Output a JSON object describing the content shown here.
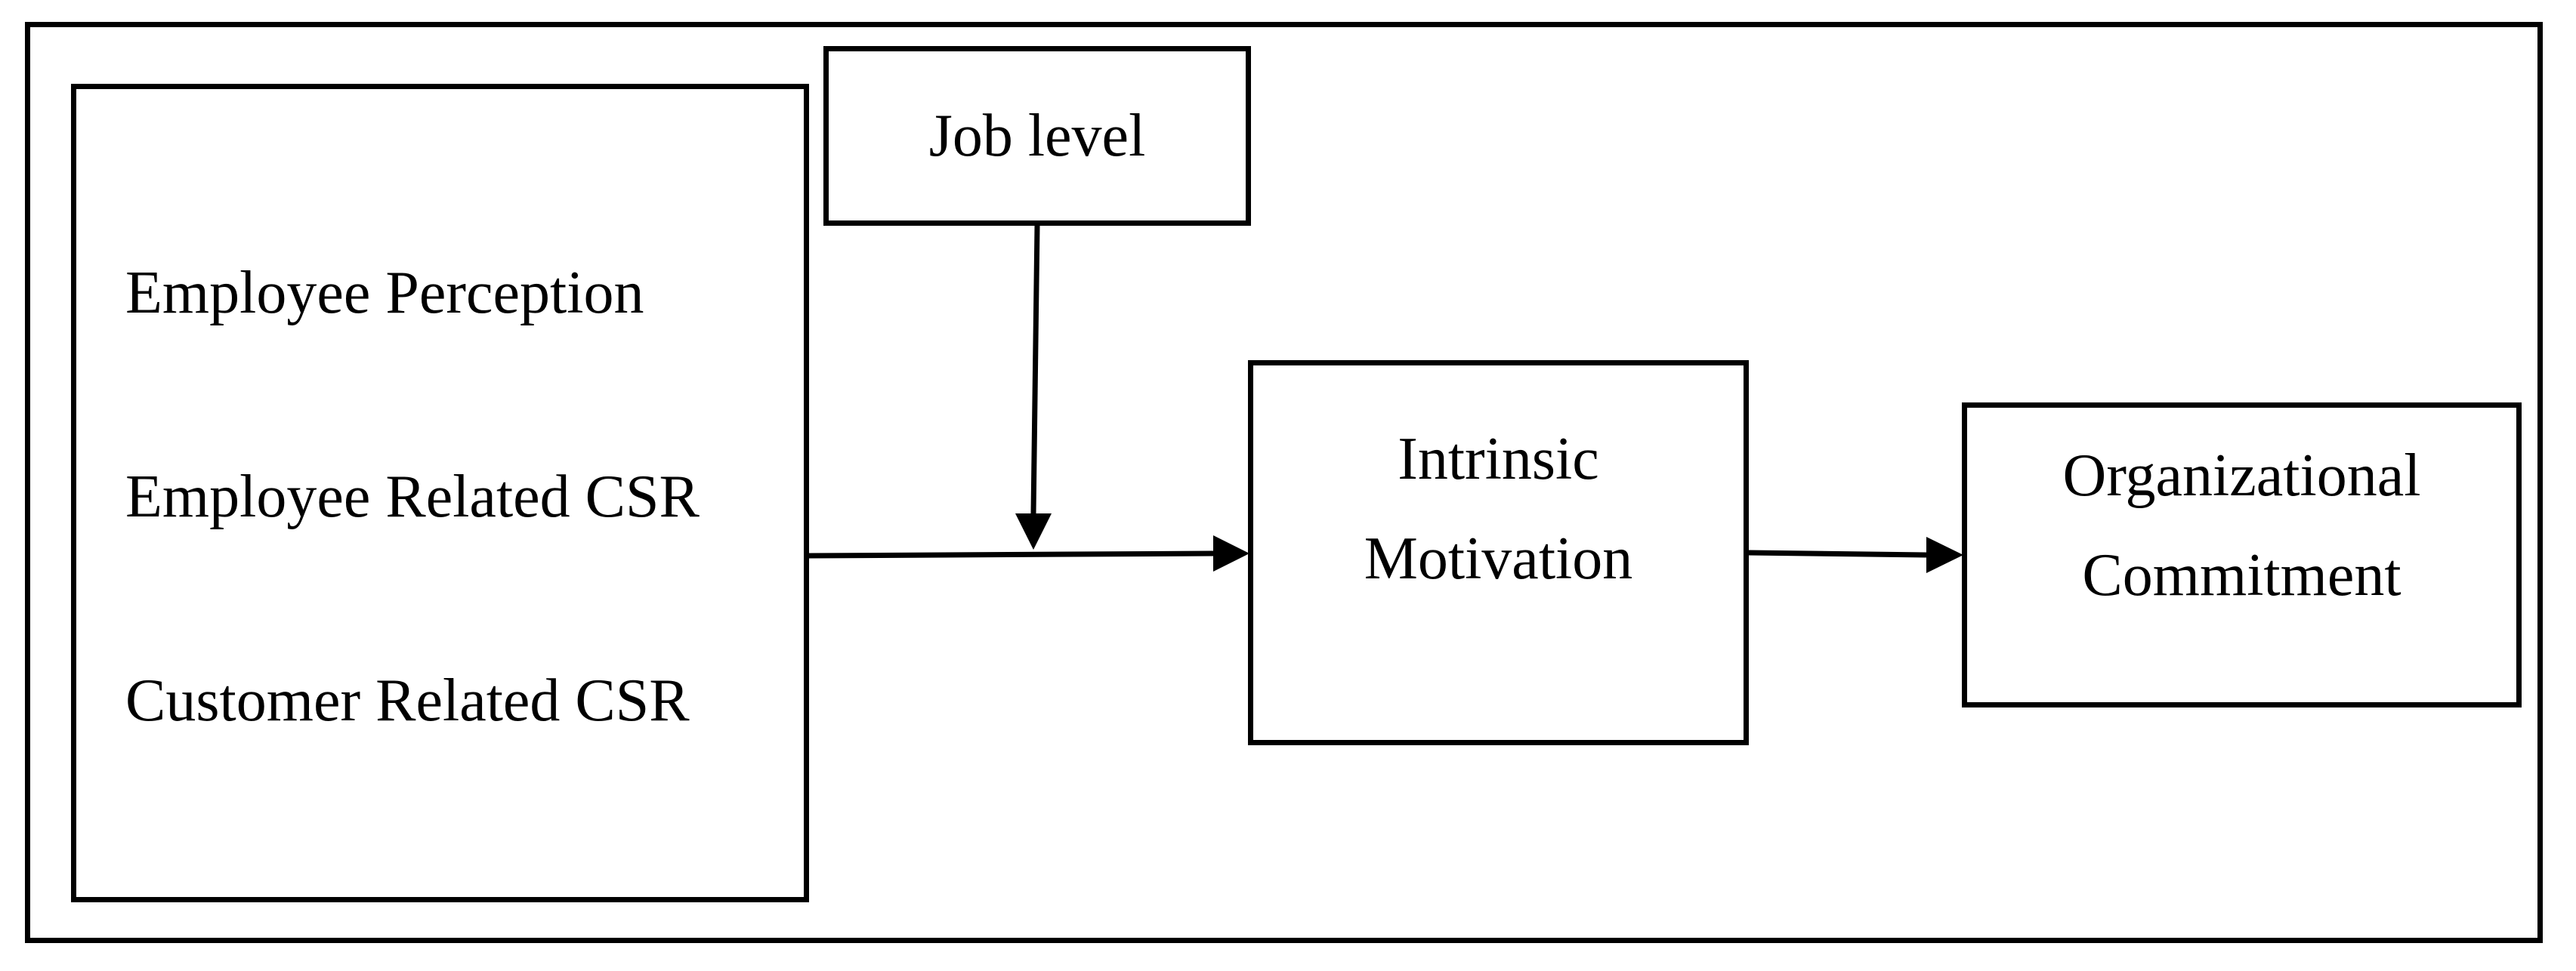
{
  "diagram": {
    "csr_box": {
      "items": [
        "Employee Perception",
        "Employee Related CSR",
        "Customer Related CSR"
      ]
    },
    "moderator": {
      "label": "Job level"
    },
    "mediator": {
      "lines": [
        "Intrinsic",
        "Motivation"
      ]
    },
    "outcome": {
      "lines": [
        "Organizational",
        "Commitment"
      ]
    }
  }
}
